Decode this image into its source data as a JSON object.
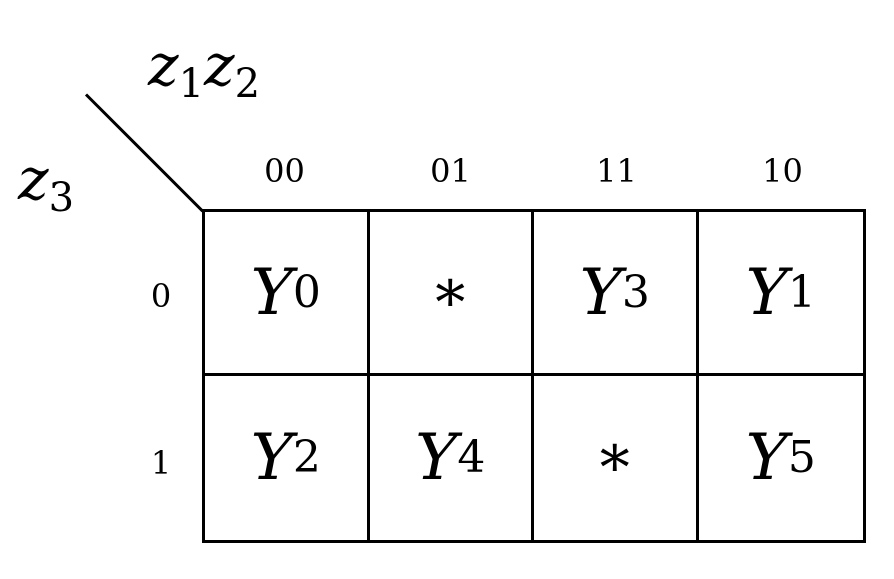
{
  "labels": {
    "row_var": {
      "sym": "z",
      "sub": "3"
    },
    "col_vars": [
      {
        "sym": "z",
        "sub": "1"
      },
      {
        "sym": "z",
        "sub": "2"
      }
    ]
  },
  "column_headers": [
    "00",
    "01",
    "11",
    "10"
  ],
  "row_headers": [
    "0",
    "1"
  ],
  "cells": [
    [
      {
        "sym": "Y",
        "sub": "0"
      },
      {
        "star": "*"
      },
      {
        "sym": "Y",
        "sub": "3"
      },
      {
        "sym": "Y",
        "sub": "1"
      }
    ],
    [
      {
        "sym": "Y",
        "sub": "2"
      },
      {
        "sym": "Y",
        "sub": "4"
      },
      {
        "star": "*"
      },
      {
        "sym": "Y",
        "sub": "5"
      }
    ]
  ]
}
